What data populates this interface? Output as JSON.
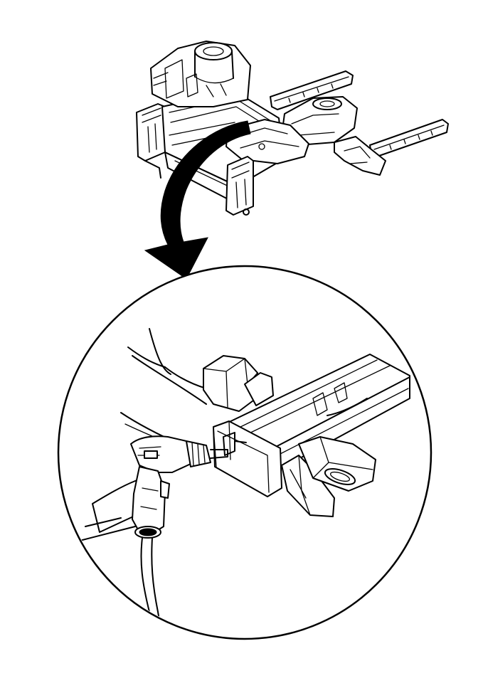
{
  "figure": {
    "colors": {
      "line": "#000000",
      "background": "#ffffff"
    },
    "parts": {
      "overview": "front-subframe-assembly",
      "callout": "curved-arrow",
      "detail": "circular-detail-view",
      "tool": "power-drill",
      "component": "frame-rail"
    }
  }
}
